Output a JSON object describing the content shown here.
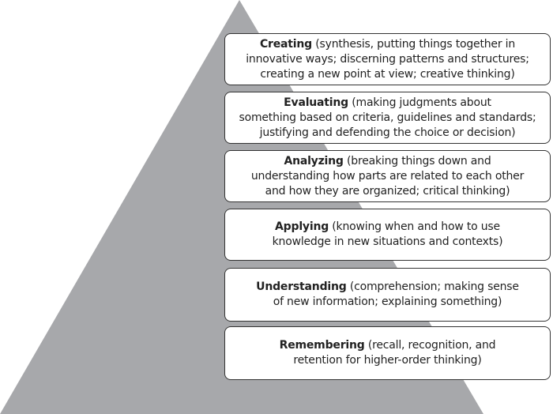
{
  "colors": {
    "pyramid": "#a7a8ab",
    "box_border": "#333333"
  },
  "levels": [
    {
      "name": "Creating",
      "desc_lines": [
        " (synthesis, putting things together in",
        "innovative ways; discerning patterns and structures;",
        "creating a new point at view; creative thinking)"
      ]
    },
    {
      "name": "Evaluating",
      "desc_lines": [
        " (making judgments about",
        "something based on criteria, guidelines and standards;",
        "justifying and defending the choice or decision)"
      ]
    },
    {
      "name": "Analyzing",
      "desc_lines": [
        " (breaking things down and",
        "understanding how parts are related to each other",
        "and how they are organized; critical thinking)"
      ]
    },
    {
      "name": "Applying",
      "desc_lines": [
        " (knowing when and how to use",
        "knowledge in new situations and contexts)"
      ]
    },
    {
      "name": "Understanding",
      "desc_lines": [
        " (comprehension; making sense",
        "of new information; explaining something)"
      ]
    },
    {
      "name": "Remembering",
      "desc_lines": [
        " (recall, recognition, and",
        "retention for higher-order thinking)"
      ]
    }
  ]
}
